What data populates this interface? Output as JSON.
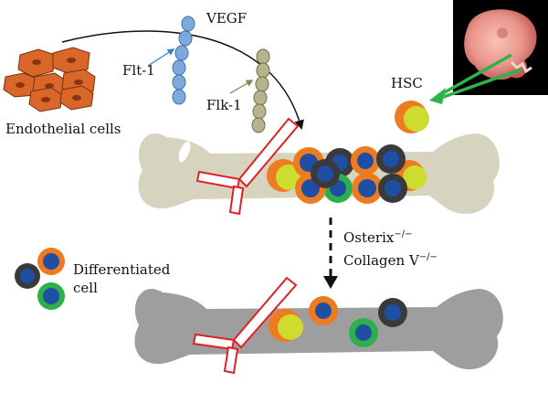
{
  "labels": {
    "vegf": "VEGF",
    "flt1": "Flt-1",
    "flk1": "Flk-1",
    "endothelial": "Endothelial cells",
    "hsc": "HSC",
    "osterix": "Osterix",
    "osterix_sup": "−/−",
    "collagen": "Collagen V",
    "collagen_sup": "−/−",
    "differentiated_line1": "Differentiated",
    "differentiated_line2": "cell"
  },
  "colors": {
    "endothelial_fill": "#d9672a",
    "endothelial_nucleus": "#8a3410",
    "vegf_bead": "#7ea9dc",
    "flk_bead": "#b6b48e",
    "bone_top": "#d6d3bf",
    "bone_bottom": "#9d9e9d",
    "vessel_red": "#e01f26",
    "arrow_blue": "#3d7fc6",
    "arrow_olive": "#8a8259",
    "arrow_green": "#2fb24a",
    "cell_orange": "#ef7b21",
    "cell_black": "#3a3a3c",
    "cell_green": "#2db04b",
    "cell_nucleus": "#1f4fa3",
    "hsc_yellow": "#cddc2e"
  }
}
